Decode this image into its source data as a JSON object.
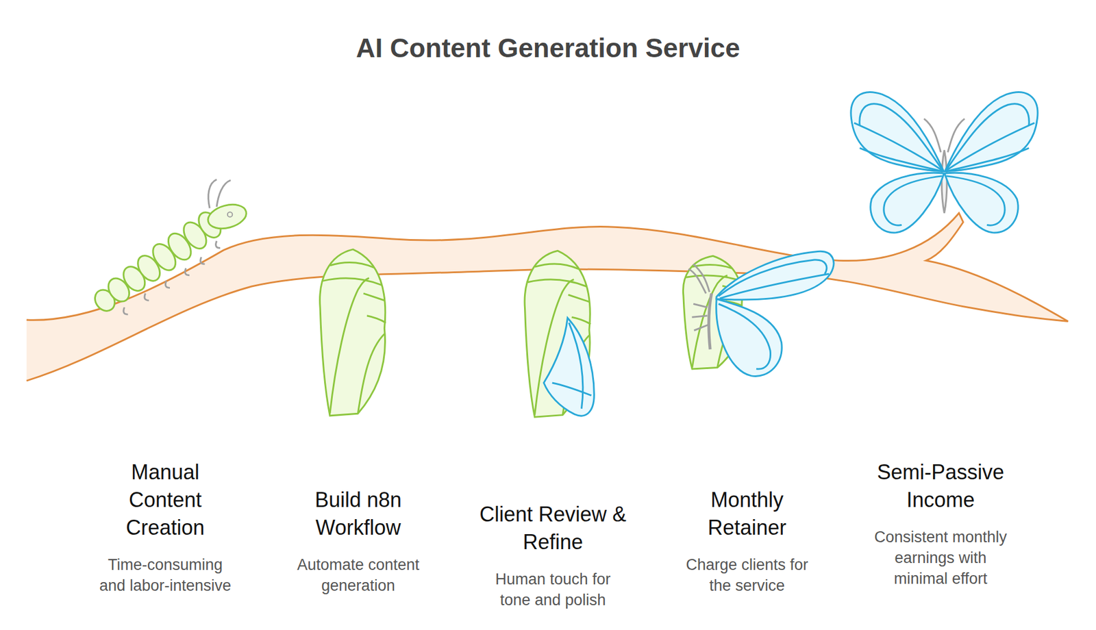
{
  "diagram": {
    "title": "AI Content Generation Service",
    "nodes": [
      {
        "text": [
          "Manual Content Creation",
          "Time-consuming and labor-intensive"
        ]
      },
      {
        "text": [
          "Build n8n Workflow",
          "Automate content generation"
        ]
      },
      {
        "text": [
          "Client Review & Refine",
          "Human touch for tone and polish"
        ]
      },
      {
        "text": [
          "Monthly Retainer",
          "Charge clients for the service"
        ]
      },
      {
        "text": [
          "Semi-Passive Income",
          "Consistent monthly earnings with minimal effort"
        ]
      }
    ]
  }
}
